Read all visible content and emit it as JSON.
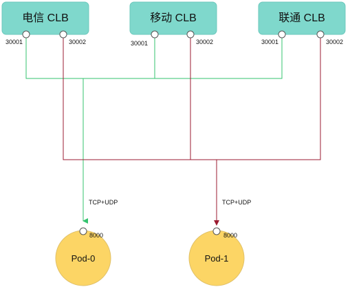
{
  "clbs": [
    {
      "name": "电信 CLB",
      "port_left": "30001",
      "port_right": "30002"
    },
    {
      "name": "移动 CLB",
      "port_left": "30001",
      "port_right": "30002"
    },
    {
      "name": "联通 CLB",
      "port_left": "30001",
      "port_right": "30002"
    }
  ],
  "pods": [
    {
      "name": "Pod-0",
      "port": "8000",
      "protocol_label": "TCP+UDP"
    },
    {
      "name": "Pod-1",
      "port": "8000",
      "protocol_label": "TCP+UDP"
    }
  ],
  "colors": {
    "clb_fill": "#7fd8cc",
    "pod_fill": "#fcd565",
    "pod_stroke": "#e0c068",
    "green_line": "#33c36e",
    "red_line": "#9b1b30"
  }
}
